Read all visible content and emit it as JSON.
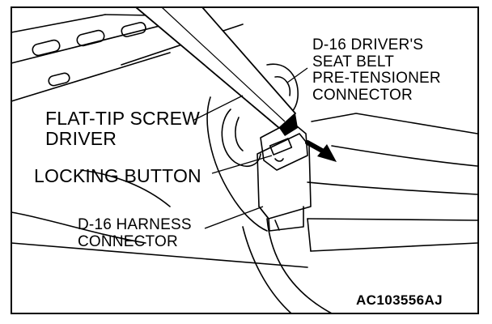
{
  "labels": {
    "pretensioner": [
      "D-16 DRIVER'S",
      "SEAT BELT",
      "PRE-TENSIONER",
      "CONNECTOR"
    ],
    "screwdriver": [
      "FLAT-TIP SCREW",
      "DRIVER"
    ],
    "locking_button": "LOCKING BUTTON",
    "harness": [
      "D-16 HARNESS",
      "CONNECTOR"
    ]
  },
  "figure_code": "AC103556AJ",
  "colors": {
    "ink": "#000000",
    "paper": "#ffffff"
  }
}
